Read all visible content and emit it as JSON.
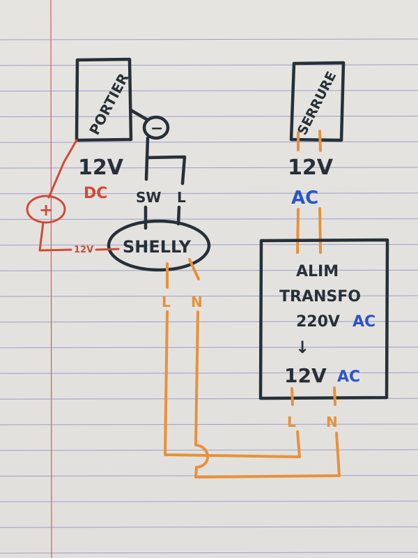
{
  "diagram": {
    "title": "",
    "colors": {
      "ink": "#263038",
      "dc_wire": "#d24a35",
      "ac_wire": "#e8913a",
      "ac_label": "#2a55c8",
      "ruled_line": "#8a8ec8",
      "margin_line": "#d24a4a",
      "paper": "#e4e2de"
    },
    "nodes": {
      "portier": {
        "label": "PORTIER",
        "voltage": "12V",
        "current_type": "DC"
      },
      "serrure": {
        "label": "SERRURE",
        "voltage": "12V",
        "current_type": "AC"
      },
      "button": {
        "symbol": "−"
      },
      "shelly": {
        "label": "SHELLY",
        "terminal_sw": "SW",
        "terminal_l": "L",
        "out_l": "L",
        "out_n": "N",
        "input_label": "12V"
      },
      "battery": {
        "symbol": "+"
      },
      "transfo": {
        "line1": "ALIM",
        "line2": "TRANSFO",
        "input_voltage": "220V",
        "input_type": "AC",
        "arrow": "↓",
        "output_voltage": "12V",
        "output_type": "AC",
        "out_l": "L",
        "out_n": "N"
      }
    },
    "edges": [
      {
        "from": "portier",
        "to": "button",
        "color": "ink"
      },
      {
        "from": "button",
        "to": "shelly.SW",
        "color": "ink"
      },
      {
        "from": "button",
        "to": "shelly.L",
        "color": "ink"
      },
      {
        "from": "portier",
        "to": "battery",
        "color": "dc_wire"
      },
      {
        "from": "battery",
        "to": "shelly",
        "label": "12V",
        "color": "dc_wire"
      },
      {
        "from": "serrure",
        "to": "transfo",
        "color": "ac_wire"
      },
      {
        "from": "shelly.L",
        "to": "transfo.L",
        "color": "ac_wire"
      },
      {
        "from": "shelly.N",
        "to": "transfo.N",
        "color": "ac_wire",
        "crossing": "hop"
      }
    ]
  }
}
